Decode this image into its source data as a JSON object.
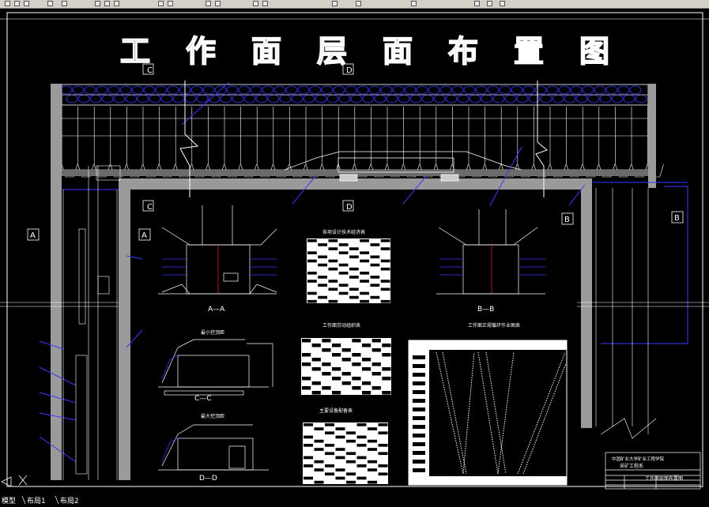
{
  "title_chars": [
    "工",
    "作",
    "面",
    "层",
    "面",
    "布",
    "置",
    "图"
  ],
  "section_marks": {
    "top_left": "C",
    "top_mid": "D",
    "left_a1": "A",
    "left_a2": "A",
    "mid_c": "C",
    "mid_d": "D",
    "right_b1": "B",
    "right_b2": "B"
  },
  "section_titles": {
    "aa": "A—A",
    "bb": "B—B",
    "cc": "C—C",
    "dd": "D—D"
  },
  "panel_titles": {
    "support_table": "各项设计技术经济表",
    "min_section": "最小控顶距",
    "max_section": "最大控顶距",
    "labor_table": "工作面劳动组织表",
    "cycle_chart": "工作面正规循环作业图表",
    "equipment_table": "主要设备配备表"
  },
  "title_block": {
    "line1": "中国矿业大学矿业工程学院",
    "line2": "采矿工程系",
    "line3": "工作面层面布置图"
  },
  "tabs": [
    "模型",
    "布局1",
    "布局2"
  ],
  "colors": {
    "background": "#000000",
    "line": "#ffffff",
    "accent_blue": "#2b2bff",
    "red": "#ff2020",
    "toolbar": "#d4d0c8"
  },
  "icons": {
    "ucs": "ucs-axis-icon",
    "close": "close-x-icon"
  }
}
